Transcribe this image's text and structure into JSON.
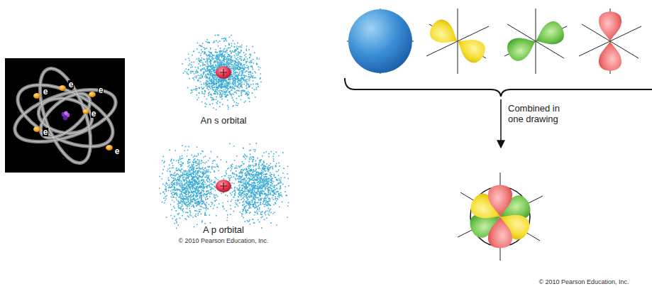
{
  "diagram": {
    "labels": [
      "e",
      "e",
      "e",
      "e",
      "e",
      "e",
      "An s orbital",
      "A p orbital",
      "© 2010 Pearson Education, Inc.",
      "Combined in one drawing",
      "© 2010 Pearson Education, Inc."
    ]
  }
}
